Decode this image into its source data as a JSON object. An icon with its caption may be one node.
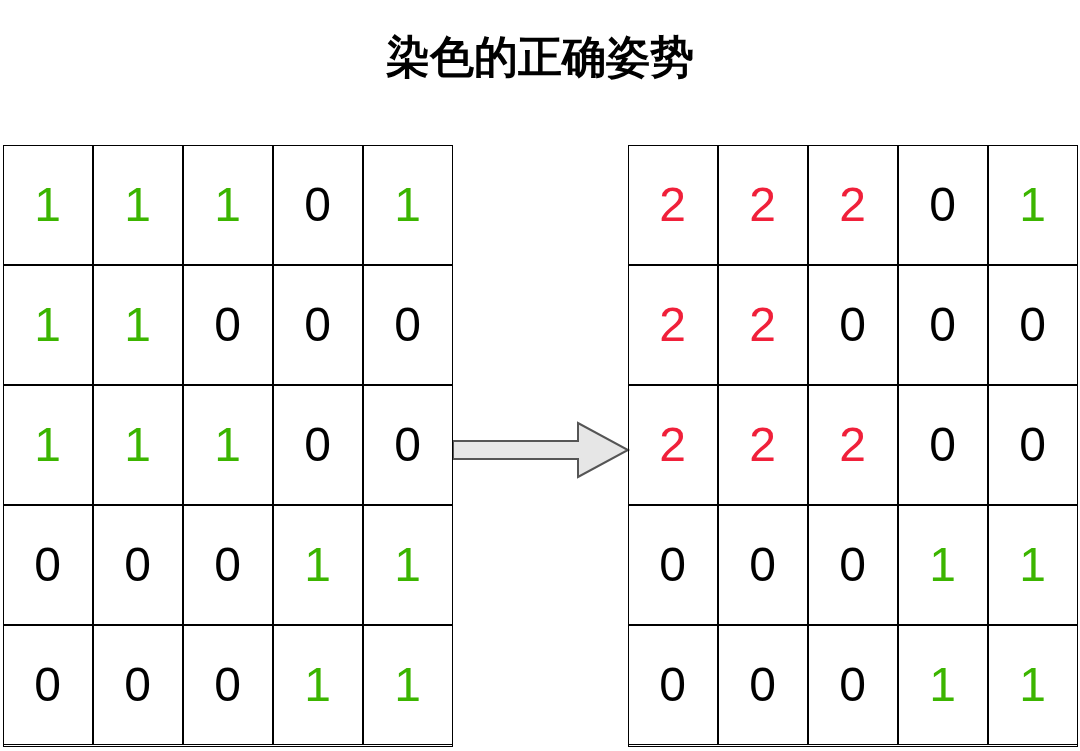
{
  "diagram": {
    "title": "染色的正确姿势",
    "nodes": [
      {
        "text": [],
        "shape": "box"
      },
      {
        "text": [],
        "shape": "box"
      }
    ],
    "edges": [
      {
        "from": 0,
        "to": 1,
        "arrow": "to"
      }
    ],
    "labels": [
      "1",
      "1",
      "1",
      "0",
      "1",
      "1",
      "1",
      "0",
      "0",
      "0",
      "1",
      "1",
      "1",
      "0",
      "0",
      "0",
      "0",
      "0",
      "1",
      "1",
      "0",
      "0",
      "0",
      "1",
      "1",
      "2",
      "2",
      "2",
      "0",
      "1",
      "2",
      "2",
      "0",
      "0",
      "0",
      "2",
      "2",
      "2",
      "0",
      "0",
      "0",
      "0",
      "0",
      "1",
      "1",
      "0",
      "0",
      "0",
      "1",
      "1"
    ]
  }
}
